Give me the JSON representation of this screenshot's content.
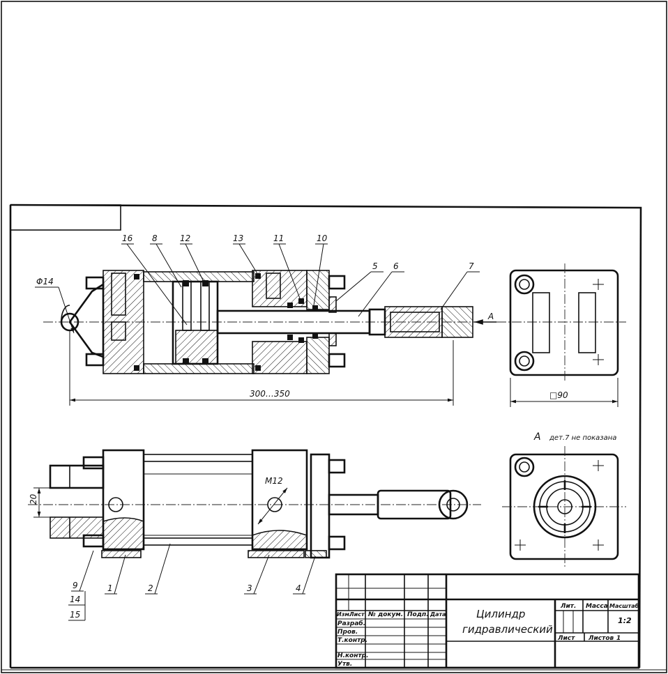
{
  "leaders": [
    "16",
    "8",
    "12",
    "13",
    "11",
    "10",
    "5",
    "6",
    "7",
    "9",
    "14",
    "15",
    "1",
    "2",
    "3",
    "4"
  ],
  "dimensions": {
    "eye_diameter": "Φ14",
    "length": "300…350",
    "square": "□90",
    "height": "20",
    "thread": "M12"
  },
  "view_arrow": "А",
  "view_a": {
    "letter": "А",
    "note": "дет.7 не показана"
  },
  "title_block": {
    "title_line1": "Цилиндр",
    "title_line2": "гидравлический",
    "col_izm": "Изм.",
    "col_list": "Лист",
    "col_docnum": "№ докум.",
    "col_sign": "Подп.",
    "col_date": "Дата",
    "row_razrab": "Разраб.",
    "row_prov": "Пров.",
    "row_tkontr": "Т.контр.",
    "row_nkontr": "Н.контр.",
    "row_utv": "Утв.",
    "lit": "Лит.",
    "massa": "Масса",
    "masshtab": "Масштаб",
    "scale": "1:2",
    "list": "Лист",
    "listov": "Листов",
    "listov_value": "1"
  }
}
